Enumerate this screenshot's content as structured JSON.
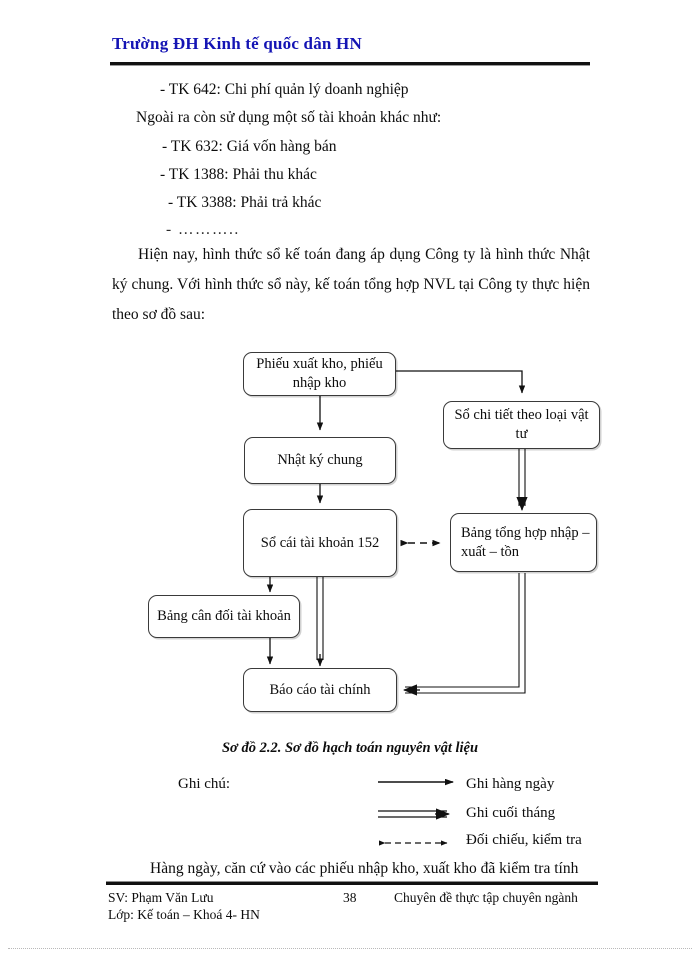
{
  "header": {
    "title": "Trường ĐH Kinh tế quốc dân HN"
  },
  "body": {
    "line_642": "- TK 642: Chi phí quản lý doanh nghiệp",
    "line_intro": "Ngoài ra còn sử dụng một số tài khoản khác như:",
    "line_632": "- TK 632: Giá vốn hàng bán",
    "line_1388": "- TK 1388: Phải thu khác",
    "line_3388": "- TK 3388: Phải trả khác",
    "line_ellipsis": "- ………..",
    "paragraph": "Hiện nay, hình thức sổ kế toán đang áp dụng Công ty là hình thức Nhật ký chung. Với hình thức sổ này, kế toán tổng hợp NVL tại Công ty thực hiện theo sơ đồ sau:",
    "last_line": "Hàng ngày, căn cứ vào các phiếu nhập kho, xuất kho đã kiểm tra tính"
  },
  "diagram": {
    "caption": "Sơ đồ 2.2. Sơ đồ hạch toán nguyên vật liệu",
    "nodes": [
      {
        "id": "phieu",
        "label": "Phiếu xuất kho, phiếu nhập kho"
      },
      {
        "id": "so_chi_tiet",
        "label": "Sổ chi tiết theo loại vật tư"
      },
      {
        "id": "nhat_ky",
        "label": "Nhật ký chung"
      },
      {
        "id": "so_cai",
        "label": "Sổ cái tài khoản 152"
      },
      {
        "id": "bang_tong_hop",
        "label": "Bảng tổng hợp nhập – xuất – tồn"
      },
      {
        "id": "bang_can_doi",
        "label": "Bảng cân đối tài khoản"
      },
      {
        "id": "bao_cao",
        "label": "Báo cáo tài chính"
      }
    ]
  },
  "legend": {
    "label": "Ghi chú:",
    "items": [
      {
        "arrow": "thin-arrow",
        "text": "Ghi hàng ngày"
      },
      {
        "arrow": "double-arrow",
        "text": "Ghi cuối tháng"
      },
      {
        "arrow": "dashed-bidirectional-arrow",
        "text": "Đối chiếu, kiểm tra"
      }
    ]
  },
  "footer": {
    "student": "SV: Phạm Văn Lưu",
    "class": "Lớp: Kế toán – Khoá 4- HN",
    "page_number": "38",
    "doc_type": "Chuyên đề thực tập chuyên ngành"
  },
  "colors": {
    "header_blue": "#1414b4",
    "text_black": "#0d0d0d",
    "line_gray": "#3a3a3a"
  }
}
